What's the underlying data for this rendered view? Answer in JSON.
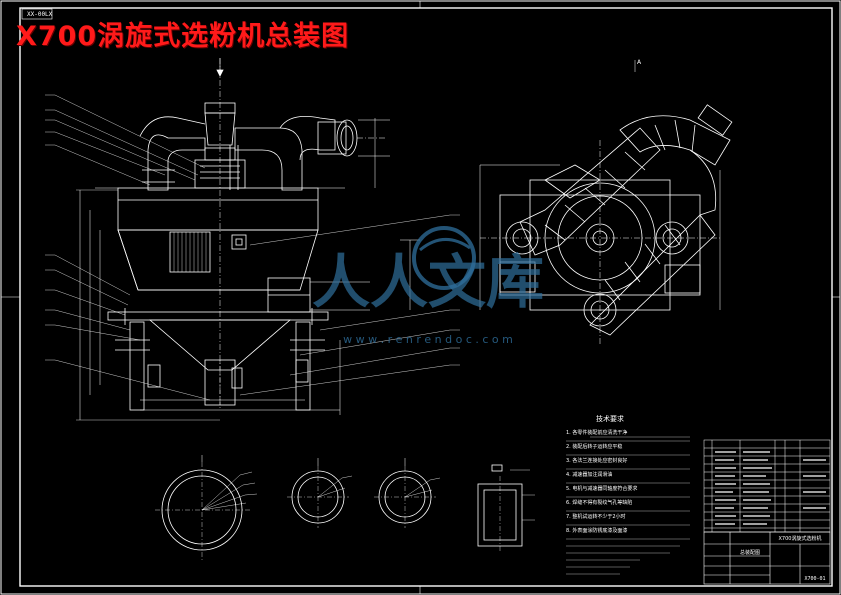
{
  "title": "X700涡旋式选粉机总装图",
  "drawing_number_box": "XX-00LX",
  "section_label": "A",
  "tech_notes": {
    "heading": "技术要求",
    "items": [
      "1. 各零件装配前应清洗干净",
      "2. 装配后转子运转应平稳",
      "3. 各法兰连接处应密封良好",
      "4. 减速器加注润滑油",
      "5. 电机与减速器同轴度符合要求",
      "6. 焊缝不得有裂纹气孔等缺陷",
      "7. 整机试运转不少于2小时",
      "8. 外表面涂防锈底漆及面漆"
    ]
  },
  "title_block": {
    "name": "X700涡旋式选粉机",
    "drawing_code": "X700-01",
    "material_label": "总装配图"
  },
  "watermark": {
    "text": "人人文库",
    "url": "w w w . r e n r e n d o c . c o m"
  },
  "colors": {
    "line": "#ffffff",
    "title": "#ff1a1a",
    "watermark": "#2f6f9c"
  }
}
